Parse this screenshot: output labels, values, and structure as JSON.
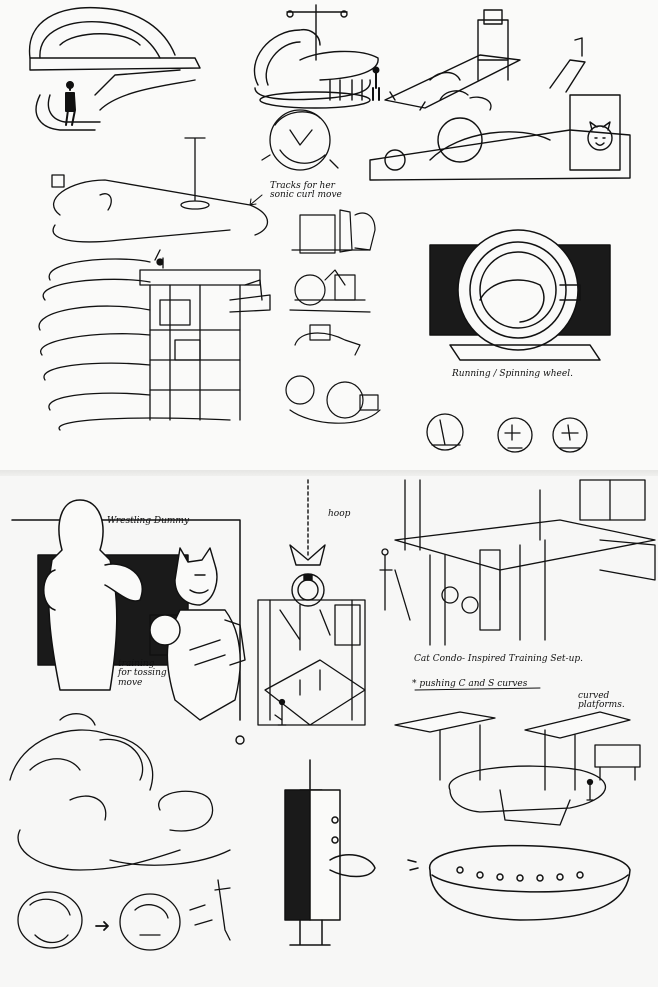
{
  "labels": {
    "tracks": "Tracks for her",
    "tracks2": "sonic curl move",
    "wheel": "Running / Spinning wheel.",
    "dummy": "Wrestling Dummy",
    "hoop": "hoop",
    "training": "training",
    "training2": "for tossing",
    "training3": "move",
    "condo": "Cat Condo- Inspired Training Set-up.",
    "curves": "* pushing C and S curves",
    "curved": "curved",
    "curved2": "platforms."
  },
  "colors": {
    "ink": "#111111",
    "paper": "#fafaf9",
    "fill": "#1a1a1a"
  }
}
